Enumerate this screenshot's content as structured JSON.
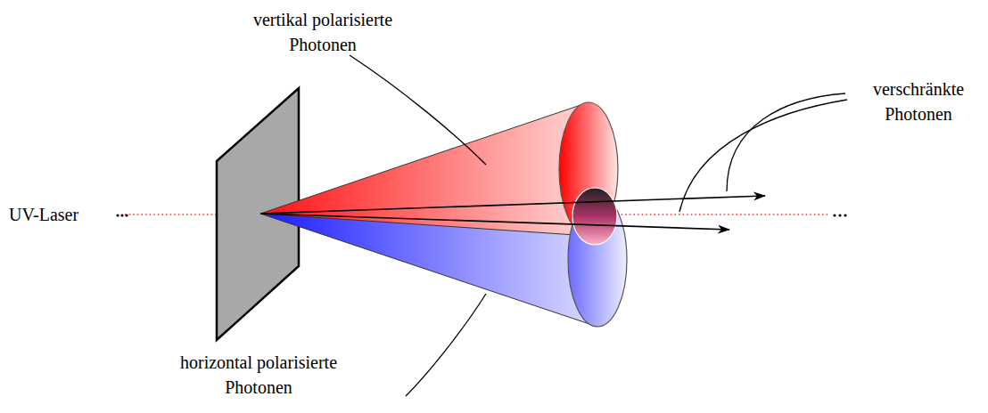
{
  "diagram": {
    "labels": [
      "vertikal polarisierte Photonen",
      "verschränkte Photonen",
      "UV-Laser",
      "horizontal polarisierte Photonen"
    ]
  }
}
